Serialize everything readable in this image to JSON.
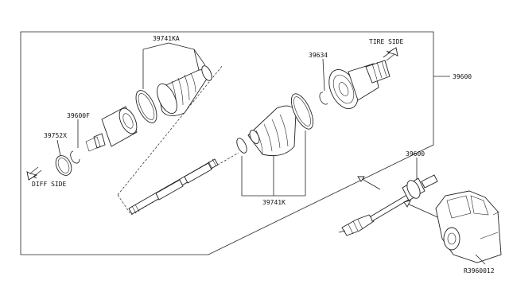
{
  "labels": {
    "part_39741KA": "39741KA",
    "part_39634": "39634",
    "part_39600_main": "39600",
    "part_39600F": "39600F",
    "part_39752X": "39752X",
    "part_39741K": "39741K",
    "part_39600_vehicle": "39600",
    "tire_side": "TIRE SIDE",
    "diff_side": "DIFF SIDE",
    "diagram_code": "R3960012"
  },
  "icons": [
    "arrow-tire-side-icon",
    "arrow-diff-side-icon",
    "vehicle-icon"
  ]
}
